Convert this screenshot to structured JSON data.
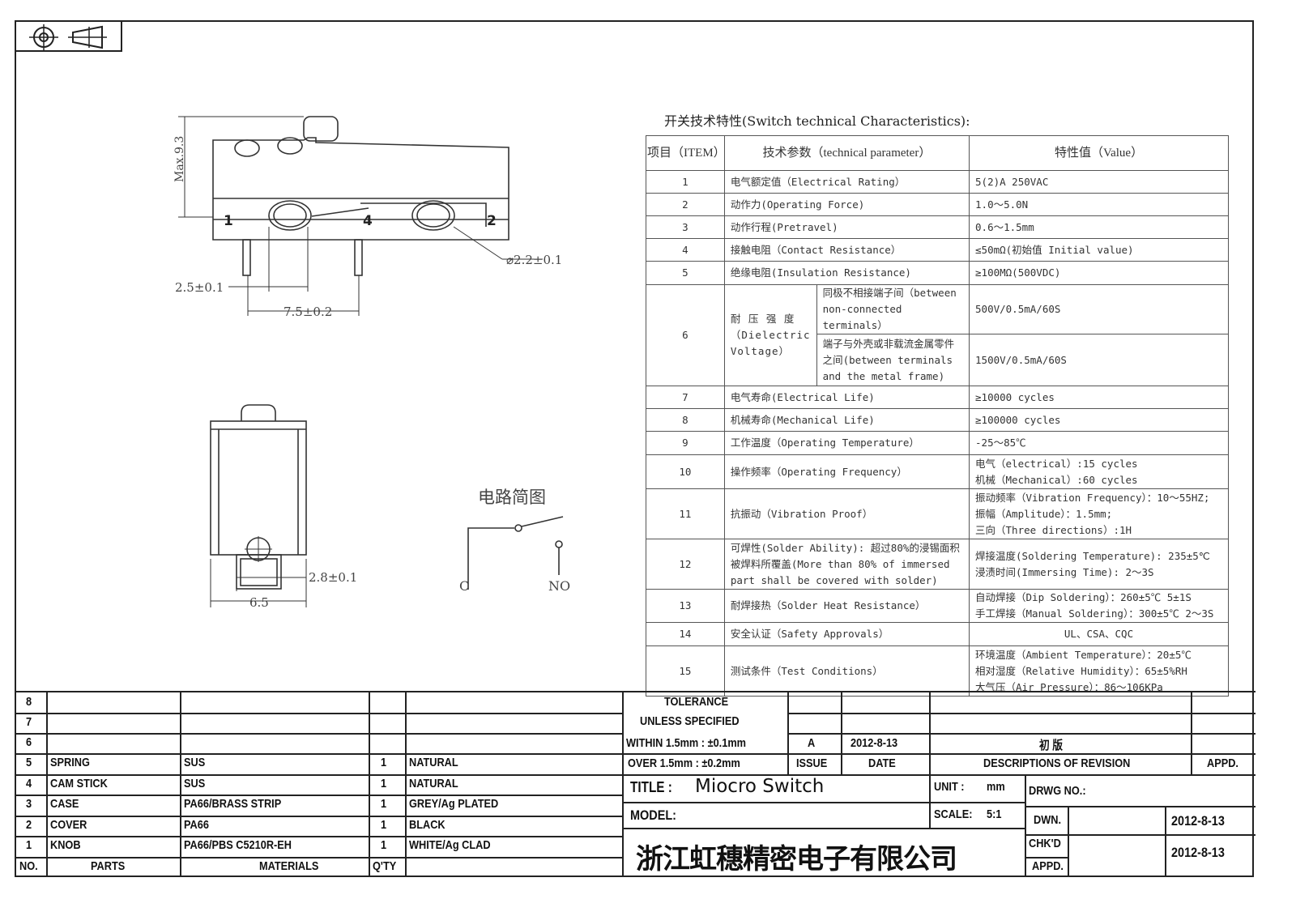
{
  "drawing": {
    "dims": {
      "max_height": "Max.9.3",
      "pin_width": "2.5±0.1",
      "pin_pitch": "7.5±0.2",
      "hole_dia": "⌀2.2±0.1",
      "thickness": "2.8±0.1",
      "width": "6.5"
    },
    "terminals": [
      "1",
      "4",
      "2"
    ],
    "circuit": {
      "title": "电路简图",
      "c": "C",
      "no": "NO"
    }
  },
  "spec": {
    "title": "开关技术特性(Switch technical Characteristics):",
    "headers": [
      "项目（ITEM）",
      "技术参数（technical parameter）",
      "特性值（Value）"
    ],
    "rows": [
      {
        "item": "1",
        "param": "电气额定值（Electrical Rating）",
        "value": "5(2)A 250VAC"
      },
      {
        "item": "2",
        "param": "动作力(Operating Force)",
        "value": "1.0～5.0N"
      },
      {
        "item": "3",
        "param": "动作行程(Pretravel)",
        "value": "0.6～1.5mm"
      },
      {
        "item": "4",
        "param": "接触电阻（Contact  Resistance）",
        "value": "≤50mΩ(初始值 Initial value)"
      },
      {
        "item": "5",
        "param": "绝缘电阻(Insulation Resistance)",
        "value": "≥100MΩ(500VDC)"
      },
      {
        "item": "6",
        "param": "耐 压 强 度 （Dielectric Voltage）",
        "sub": [
          {
            "param": "同极不相接端子间（between non-connected terminals）",
            "value": "500V/0.5mA/60S"
          },
          {
            "param": "端子与外壳或非载流金属零件之间(between terminals and the metal frame)",
            "value": "1500V/0.5mA/60S"
          }
        ]
      },
      {
        "item": "7",
        "param": "电气寿命(Electrical Life)",
        "value": "≥10000 cycles"
      },
      {
        "item": "8",
        "param": "机械寿命(Mechanical Life)",
        "value": "≥100000 cycles"
      },
      {
        "item": "9",
        "param": "工作温度（Operating Temperature）",
        "value": "-25～85℃"
      },
      {
        "item": "10",
        "param": "操作频率（Operating Frequency）",
        "value": "电气（electrical）:15 cycles\n机械（Mechanical）:60 cycles"
      },
      {
        "item": "11",
        "param": "抗振动（Vibration Proof）",
        "value": "振动频率（Vibration Frequency）：10～55HZ;\n振幅（Amplitude）：1.5mm;\n三向（Three directions）:1H"
      },
      {
        "item": "12",
        "param": "可焊性(Solder Ability): 超过80%的浸锡面积被焊料所覆盖(More than 80% of immersed part shall be covered with solder)",
        "value": "焊接温度(Soldering Temperature): 235±5℃\n浸渍时间(Immersing Time): 2～3S"
      },
      {
        "item": "13",
        "param": "耐焊接热（Solder Heat Resistance）",
        "value": "自动焊接（Dip Soldering）：260±5℃ 5±1S\n手工焊接（Manual Soldering）：300±5℃ 2～3S"
      },
      {
        "item": "14",
        "param": "安全认证（Safety Approvals）",
        "value": "UL、CSA、CQC",
        "center": true
      },
      {
        "item": "15",
        "param": "测试条件（Test Conditions）",
        "value": "环境温度（Ambient Temperature）：20±5℃\n相对湿度（Relative Humidity）：65±5%RH\n大气压（Air Pressure）：86～106KPa"
      }
    ]
  },
  "parts": {
    "header": {
      "no": "NO.",
      "parts": "PARTS",
      "materials": "MATERIALS",
      "qty": "Q'TY"
    },
    "rows": [
      {
        "no": "8",
        "part": "",
        "material": "",
        "qty": "",
        "finish": ""
      },
      {
        "no": "7",
        "part": "",
        "material": "",
        "qty": "",
        "finish": ""
      },
      {
        "no": "6",
        "part": "",
        "material": "",
        "qty": "",
        "finish": ""
      },
      {
        "no": "5",
        "part": "SPRING",
        "material": "SUS",
        "qty": "1",
        "finish": "NATURAL"
      },
      {
        "no": "4",
        "part": "CAM STICK",
        "material": "SUS",
        "qty": "1",
        "finish": "NATURAL"
      },
      {
        "no": "3",
        "part": "CASE",
        "material": "PA66/BRASS STRIP",
        "qty": "1",
        "finish": "GREY/Ag PLATED"
      },
      {
        "no": "2",
        "part": "COVER",
        "material": "PA66",
        "qty": "1",
        "finish": "BLACK"
      },
      {
        "no": "1",
        "part": "KNOB",
        "material": "PA66/PBS C5210R-EH",
        "qty": "1",
        "finish": "WHITE/Ag CLAD"
      }
    ]
  },
  "titleblock": {
    "tolerance_1": "TOLERANCE",
    "tolerance_2": "UNLESS  SPECIFIED",
    "within": "WITHIN 1.5mm : ±0.1mm",
    "over": "OVER 1.5mm : ±0.2mm",
    "issue_value": "A",
    "date_value": "2012-8-13",
    "revision_value": "初 版",
    "issue_label": "ISSUE",
    "date_label": "DATE",
    "desc_label": "DESCRIPTIONS OF REVISION",
    "appd_label": "APPD.",
    "title_label": "TITLE :",
    "title_value": "Miocro Switch",
    "unit_label": "UNIT :",
    "unit_value": "mm",
    "drwg_label": "DRWG NO.:",
    "model_label": "MODEL:",
    "scale_label": "SCALE:",
    "scale_value": "5:1",
    "dwn_label": "DWN.",
    "dwn_date": "2012-8-13",
    "chkd_label": "CHK'D",
    "chkd_date": "2012-8-13",
    "appd2_label": "APPD.",
    "company": "浙江虹穗精密电子有限公司"
  }
}
